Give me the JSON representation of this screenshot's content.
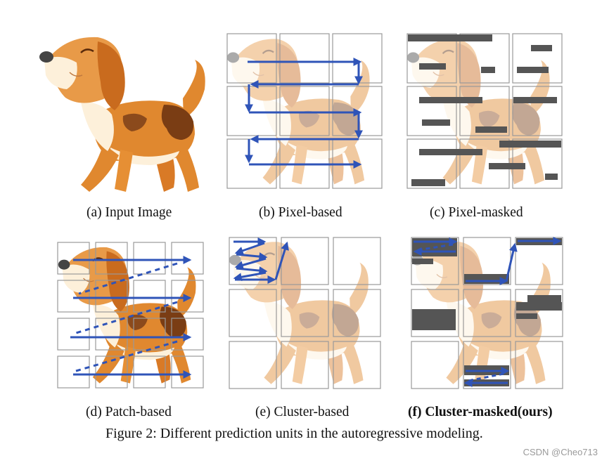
{
  "panels": {
    "a": {
      "caption": "(a) Input Image"
    },
    "b": {
      "caption": "(b) Pixel-based"
    },
    "c": {
      "caption": "(c) Pixel-masked"
    },
    "d": {
      "caption": "(d) Patch-based"
    },
    "e": {
      "caption": "(e) Cluster-based"
    },
    "f": {
      "caption": "(f) Cluster-masked(ours)"
    }
  },
  "figure_caption": "Figure 2: Different prediction units in the autoregressive modeling.",
  "watermark": "CSDN @Cheo713",
  "colors": {
    "arrow": "#2f54b8",
    "mask": "#555555",
    "grid": "#999999",
    "dog_orange": "#e0882f",
    "dog_brown": "#7a3d14",
    "dog_cream": "#fdf0da"
  }
}
